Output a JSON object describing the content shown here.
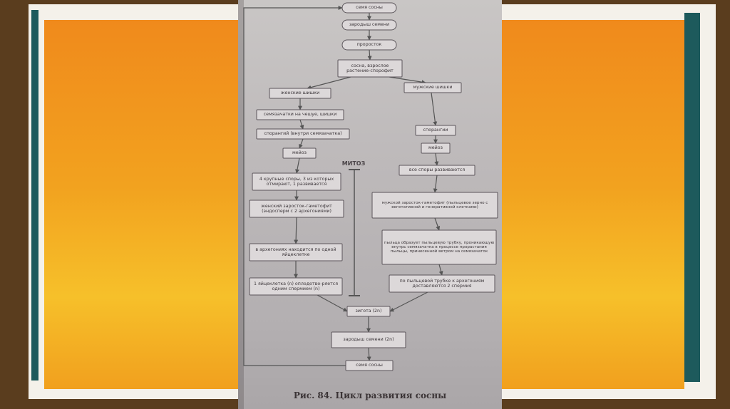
{
  "diagram": {
    "nodes": {
      "n_seed_top": "семя сосны",
      "n_embryo": "зародыш семени",
      "n_sprout": "проросток",
      "n_adult": "сосна, взрослое растение-спорофит",
      "n_female_cones": "женские шишки",
      "n_male_cones": "мужские шишки",
      "n_ovules": "семязачатки на чешуе, шишки",
      "n_sporangium_f": "спорангий (внутри семязачатка)",
      "n_meiosis_f": "мейоз",
      "n_sporangia_m": "спорангии",
      "n_meiosis_m": "мейоз",
      "n_four_spores": "4 крупные споры, 3 из которых отмирают, 1 развивается",
      "n_all_spores": "все споры развиваются",
      "n_female_gam": "женский заросток-гаметофит (эндосперм с 2 архегониями)",
      "n_male_gam": "мужской заросток-гаметофит (пыльцевое зерно с вегетативной и генеративной клетками)",
      "n_archegonia": "в архегониях находится по одной яйцеклетке",
      "n_pollen_tube": "пыльца образует пыльцевую трубку, проникающую внутрь семязачатка в процессе прорастания пыльцы, принесенной ветром на семязачаток",
      "n_egg": "1 яйцеклетка (n) оплодотво-ряется одним спермием (n)",
      "n_sperm": "по пыльцевой трубке к архегониям доставляются 2 спермия",
      "n_zygote": "зигота (2n)",
      "n_embryo2": "зародыш семени (2n)",
      "n_seed_bottom": "семя сосны"
    },
    "mitosis_label": "МИТОЗ",
    "caption": "Рис. 84. Цикл развития сосны"
  }
}
